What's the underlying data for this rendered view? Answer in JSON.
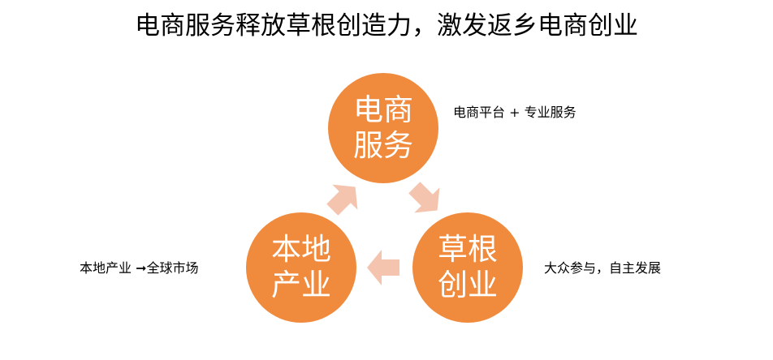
{
  "title": "电商服务释放草根创造力，激发返乡电商创业",
  "nodes": {
    "top": {
      "line1": "电商",
      "line2": "服务",
      "desc": "电商平台 + 专业服务"
    },
    "right": {
      "line1": "草根",
      "line2": "创业",
      "desc": "大众参与，自主发展"
    },
    "left": {
      "line1": "本地",
      "line2": "产业",
      "desc": "本地产业 ➞全球市场"
    }
  },
  "colors": {
    "circle": "#F08B3E",
    "arrow": "#F5C4AE",
    "text_on_circle": "#FFFFFF"
  }
}
